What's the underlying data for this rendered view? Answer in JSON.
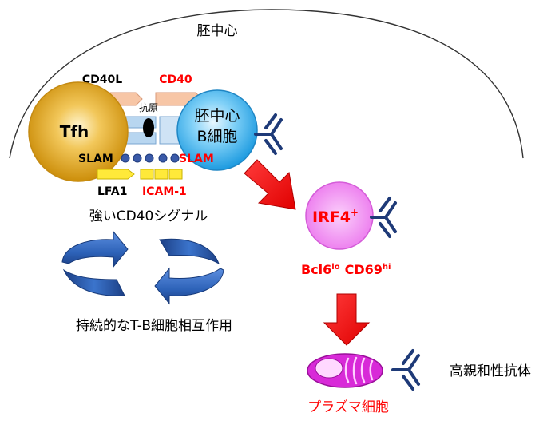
{
  "germinal_center": {
    "label": "胚中心"
  },
  "tfh_cell": {
    "label": "Tfh"
  },
  "gc_b_cell": {
    "line1": "胚中心",
    "line2": "B細胞"
  },
  "molecules": {
    "cd40l": "CD40L",
    "cd40": "CD40",
    "antigen": "抗原",
    "slam_left": "SLAM",
    "slam_right": "SLAM",
    "lfa1": "LFA1",
    "icam1": "ICAM-1"
  },
  "irf4_cell": {
    "label": "IRF4",
    "superscript": "+"
  },
  "markers": {
    "bcl6": "Bcl6",
    "bcl6_sup": "lo",
    "cd69": "CD69",
    "cd69_sup": "hi"
  },
  "plasma_cell": {
    "label": "プラズマ細胞"
  },
  "antibody_label": "高親和性抗体",
  "strong_signal": "強いCD40シグナル",
  "interaction": "持続的なT-B細胞相互作用",
  "colors": {
    "red": "#ff0000",
    "tfh_gold": "#e6a817",
    "b_cell_blue": "#3ab4ee",
    "irf4_pink": "#ee7ff0",
    "plasma_magenta": "#d82ad8",
    "antibody_blue": "#1e3a78",
    "cycle_blue": "#2d62b8"
  }
}
